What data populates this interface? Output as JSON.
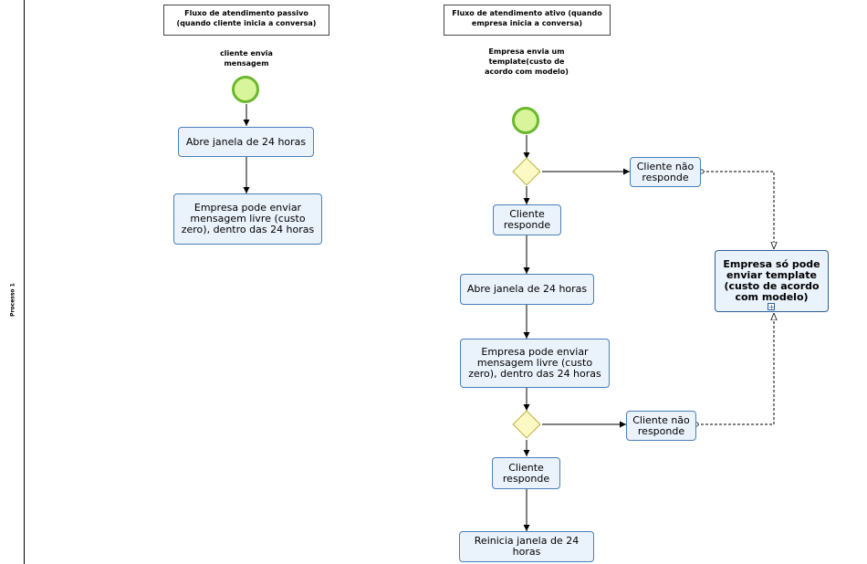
{
  "lane": {
    "label": "Processo 1"
  },
  "annotations": {
    "passive": "Fluxo de atendimento passivo (quando cliente inicia a conversa)",
    "active": "Fluxo de atendimento ativo (quando empresa inicia a conversa)"
  },
  "events": {
    "passive_start": "cliente envia mensagem",
    "active_start": "Empresa  envia um template(custo de acordo com modelo)"
  },
  "tasks": {
    "p_open_window": "Abre janela de 24 horas",
    "p_free_message": "Empresa pode enviar mensagem livre (custo zero), dentro das 24 horas",
    "a_client_responds_1": "Cliente responde",
    "a_client_no_reply_1": "Cliente não responde",
    "a_open_window": "Abre janela de 24 horas",
    "a_free_message": "Empresa pode enviar mensagem livre (custo zero), dentro das 24 horas",
    "a_template_only": "Empresa só pode enviar template (custo de acordo com modelo)",
    "a_client_responds_2": "Cliente responde",
    "a_client_no_reply_2": "Cliente não responde",
    "a_restart_window": "Reinicia janela de 24 horas"
  },
  "icons": {
    "subprocess_marker": "plus-icon"
  },
  "colors": {
    "task_fill": "#eaf2fb",
    "task_border": "#4a7fb8",
    "start_fill": "#d9f59b",
    "start_border": "#6ab82e",
    "gateway_fill": "#fdf9c4"
  }
}
